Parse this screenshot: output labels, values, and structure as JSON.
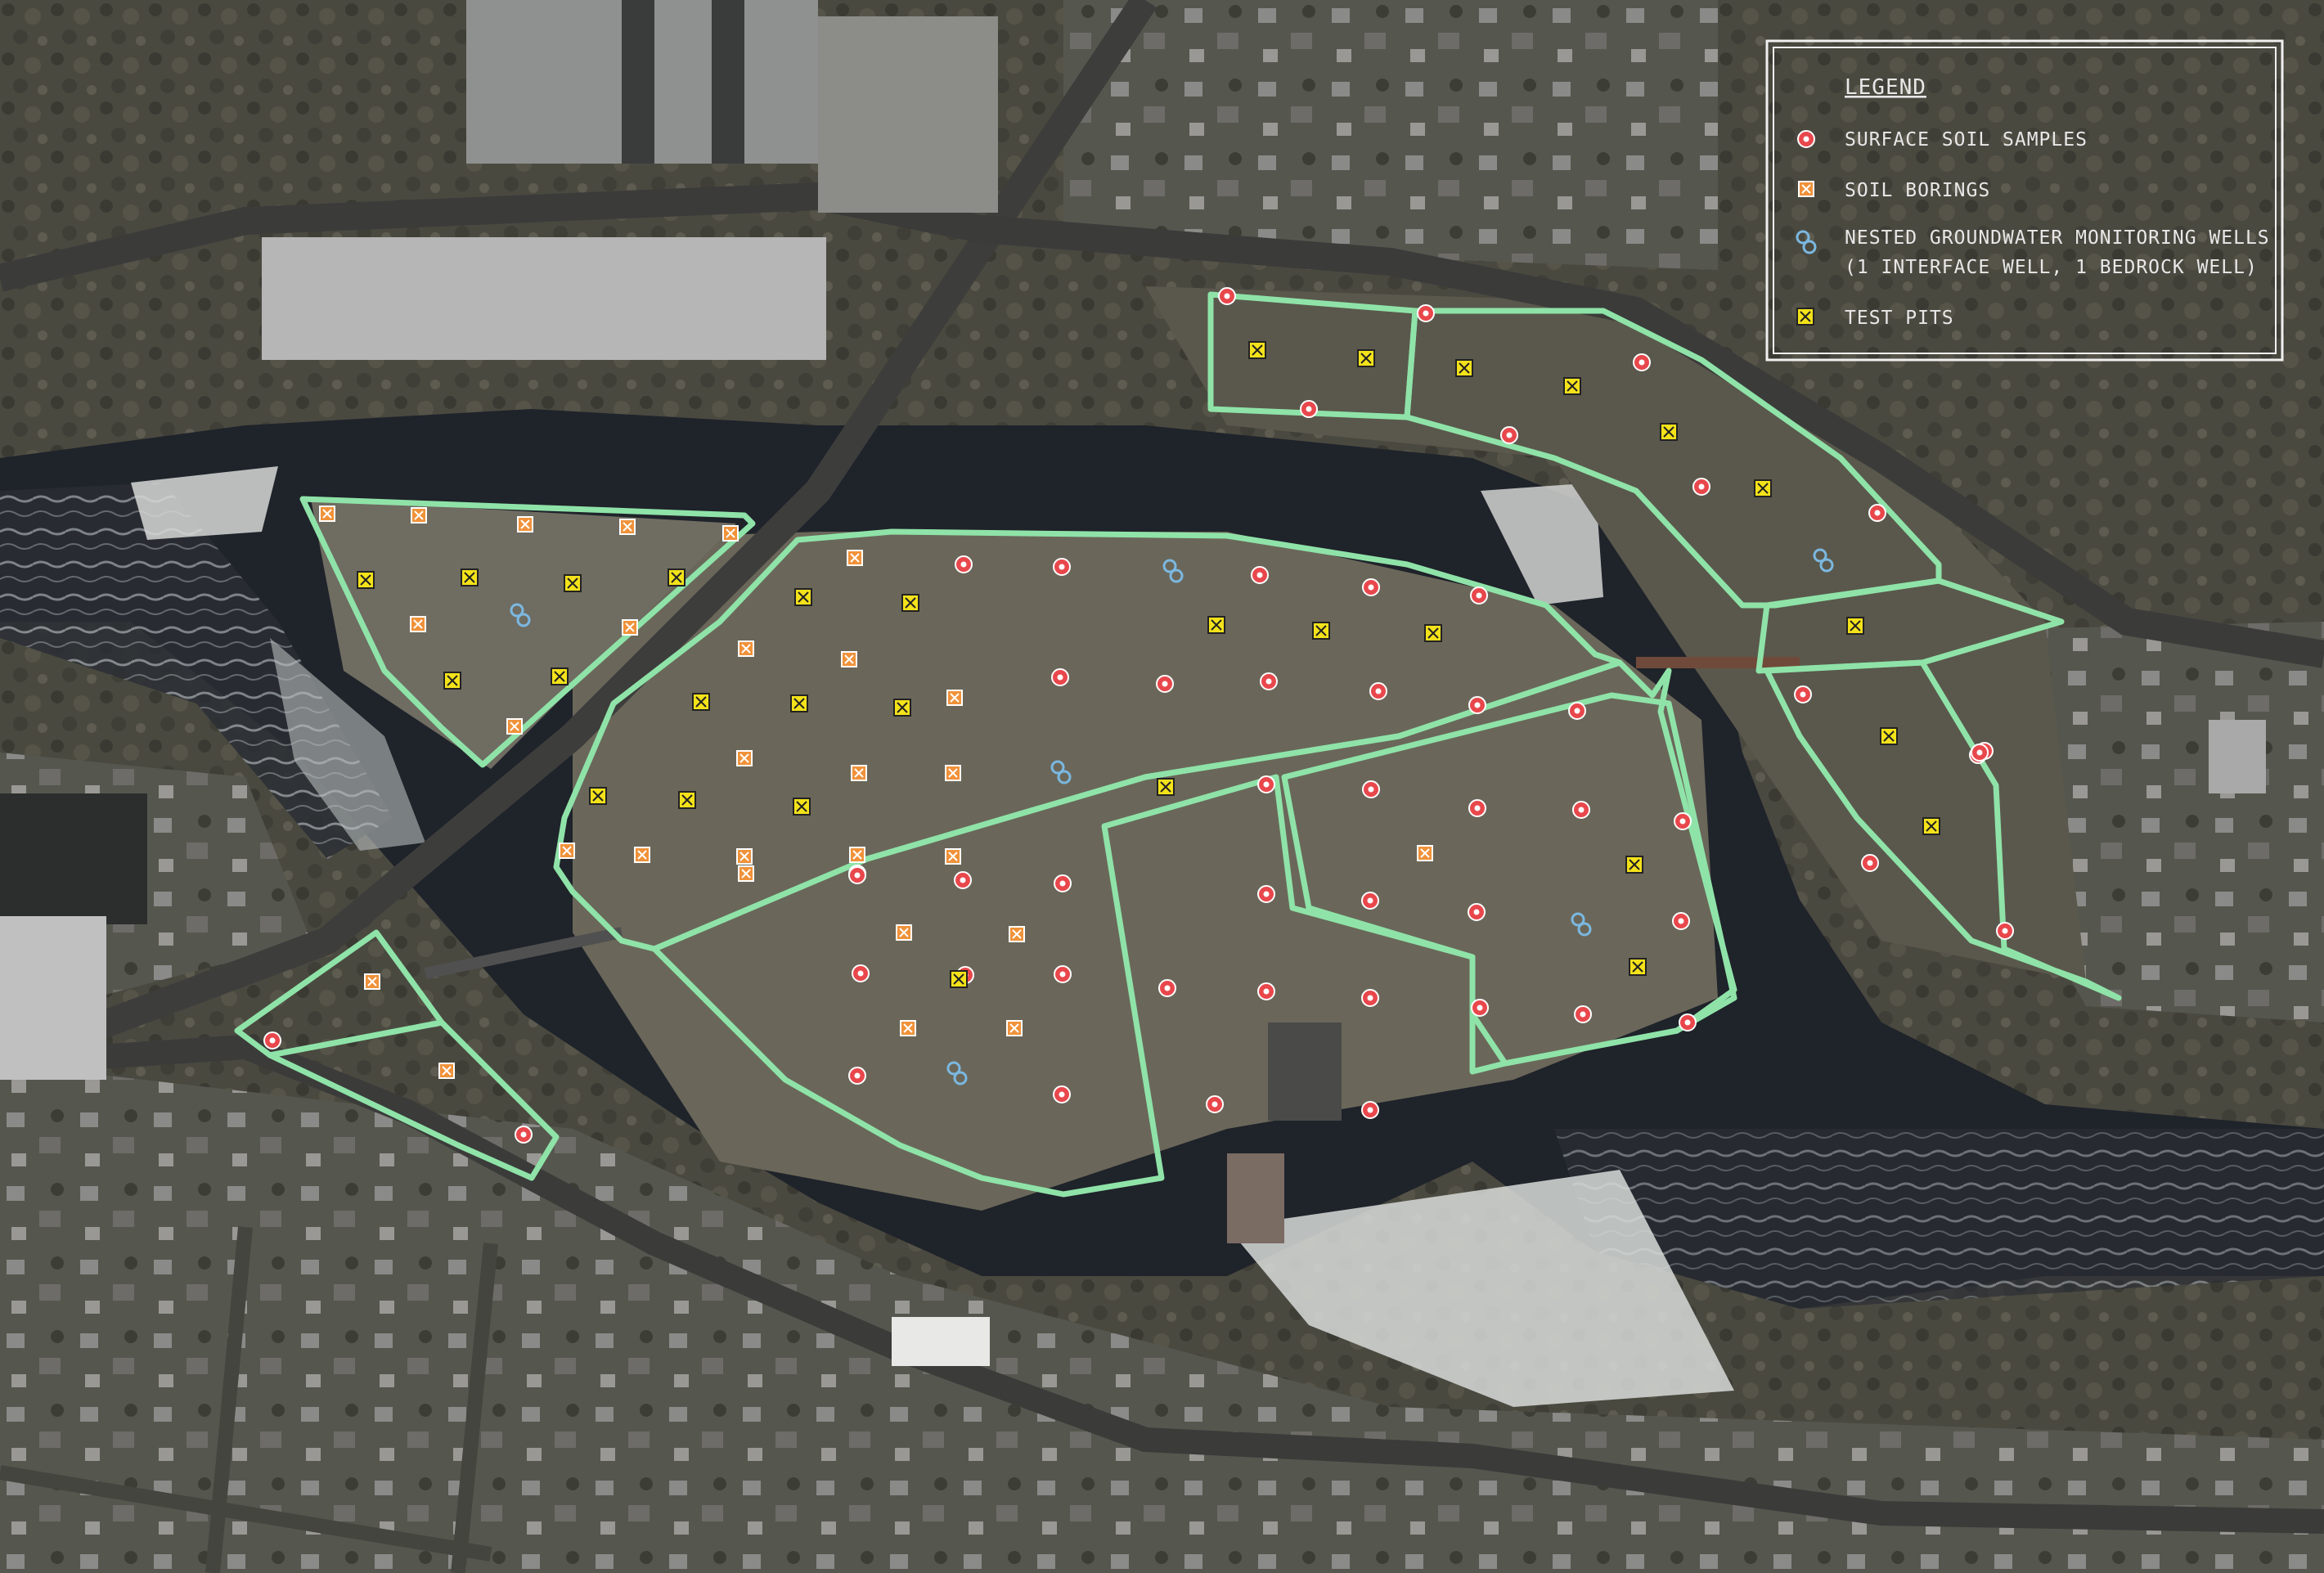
{
  "legend": {
    "title": "LEGEND",
    "items": [
      {
        "label": "SURFACE SOIL SAMPLES",
        "icon": "red-circle-icon",
        "color": "#e8474c"
      },
      {
        "label": "SOIL BORINGS",
        "icon": "orange-crossed-square-icon",
        "color": "#f0923a"
      },
      {
        "label": "NESTED GROUNDWATER MONITORING WELLS",
        "label_line2": "(1 INTERFACE WELL, 1 BEDROCK WELL)",
        "icon": "blue-double-circle-icon",
        "color": "#7bb8e0"
      },
      {
        "label": "TEST PITS",
        "icon": "yellow-crossed-square-icon",
        "color": "#f4e21a"
      }
    ]
  },
  "colors": {
    "site_boundary": "#8fe3a8",
    "river": "#1e2229",
    "ground": "#5c5b4f",
    "road": "#3f3f3f"
  }
}
